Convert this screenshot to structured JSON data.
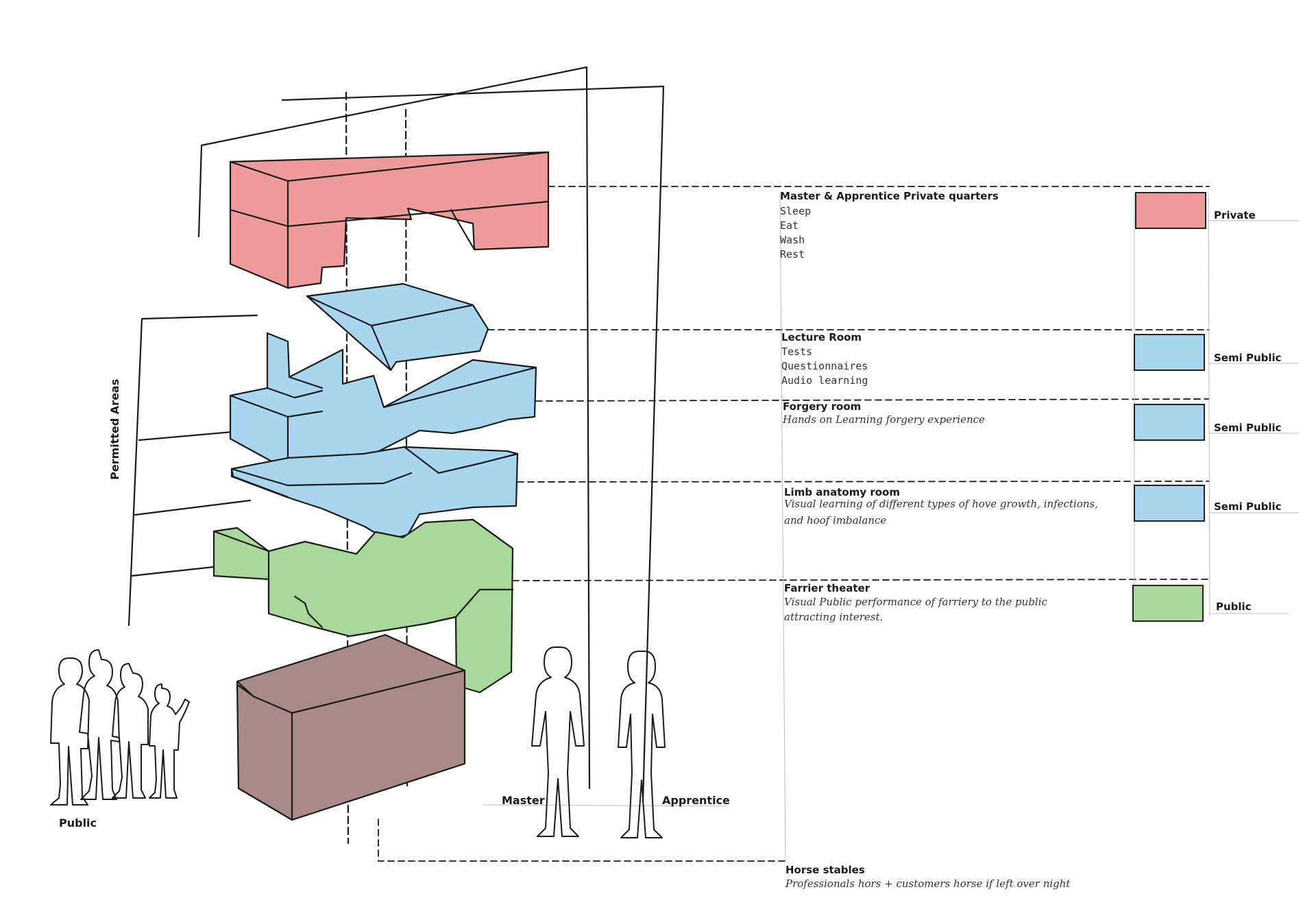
{
  "colors": {
    "private": "#ef9a9a",
    "semi_public": "#a9d6ef",
    "public": "#a8d89a",
    "stables": "#a88a86",
    "ink": "#1a1a1a"
  },
  "spaces": [
    {
      "title": "Master & Apprentice Private quarters",
      "items": [
        "Sleep",
        "Eat",
        "Wash",
        "Rest"
      ]
    },
    {
      "title": "Lecture Room",
      "items": [
        "Tests",
        "Questionnaires",
        "Audio learning"
      ]
    },
    {
      "title": "Forgery room",
      "lines": [
        "Hands on Learning forgery experience"
      ]
    },
    {
      "title": "Limb anatomy room",
      "lines": [
        "Visual learning of different types of hove growth, infections,",
        "and hoof imbalance"
      ]
    },
    {
      "title": "Farrier theater",
      "lines": [
        "Visual Public performance of farriery to the public",
        "attracting interest."
      ]
    },
    {
      "title": "Horse stables",
      "lines": [
        "Professionals hors + customers horse if left over night"
      ]
    }
  ],
  "legend": [
    "Private",
    "Semi Public",
    "Semi Public",
    "Semi Public",
    "Public"
  ],
  "figures": {
    "permitted_label": "Permitted Areas",
    "public_label": "Public",
    "master_label": "Master",
    "apprentice_label": "Apprentice"
  }
}
